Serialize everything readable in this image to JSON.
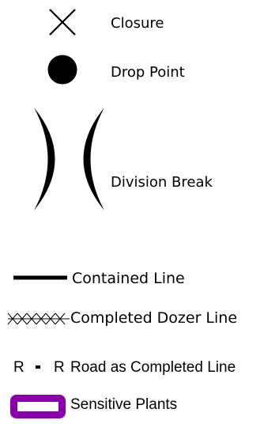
{
  "legend": {
    "items": [
      {
        "label": "Closure",
        "icon": "x-mark-icon"
      },
      {
        "label": "Drop Point",
        "icon": "filled-circle-icon"
      },
      {
        "label": "Division Break",
        "icon": "division-break-icon"
      },
      {
        "label": "Contained Line",
        "icon": "thick-line-icon"
      },
      {
        "label": "Completed Dozer Line",
        "icon": "crosshatch-line-icon"
      },
      {
        "label": "Road as Completed Line",
        "icon": "road-r-dash-r-icon",
        "symbol_text": [
          "R",
          "R"
        ]
      },
      {
        "label": "Sensitive Plants",
        "icon": "purple-rectangle-icon"
      }
    ],
    "colors": {
      "symbol": "#000000",
      "sensitive_plants_border": "#8a00ad",
      "sensitive_plants_fill": "#ffffff"
    }
  }
}
